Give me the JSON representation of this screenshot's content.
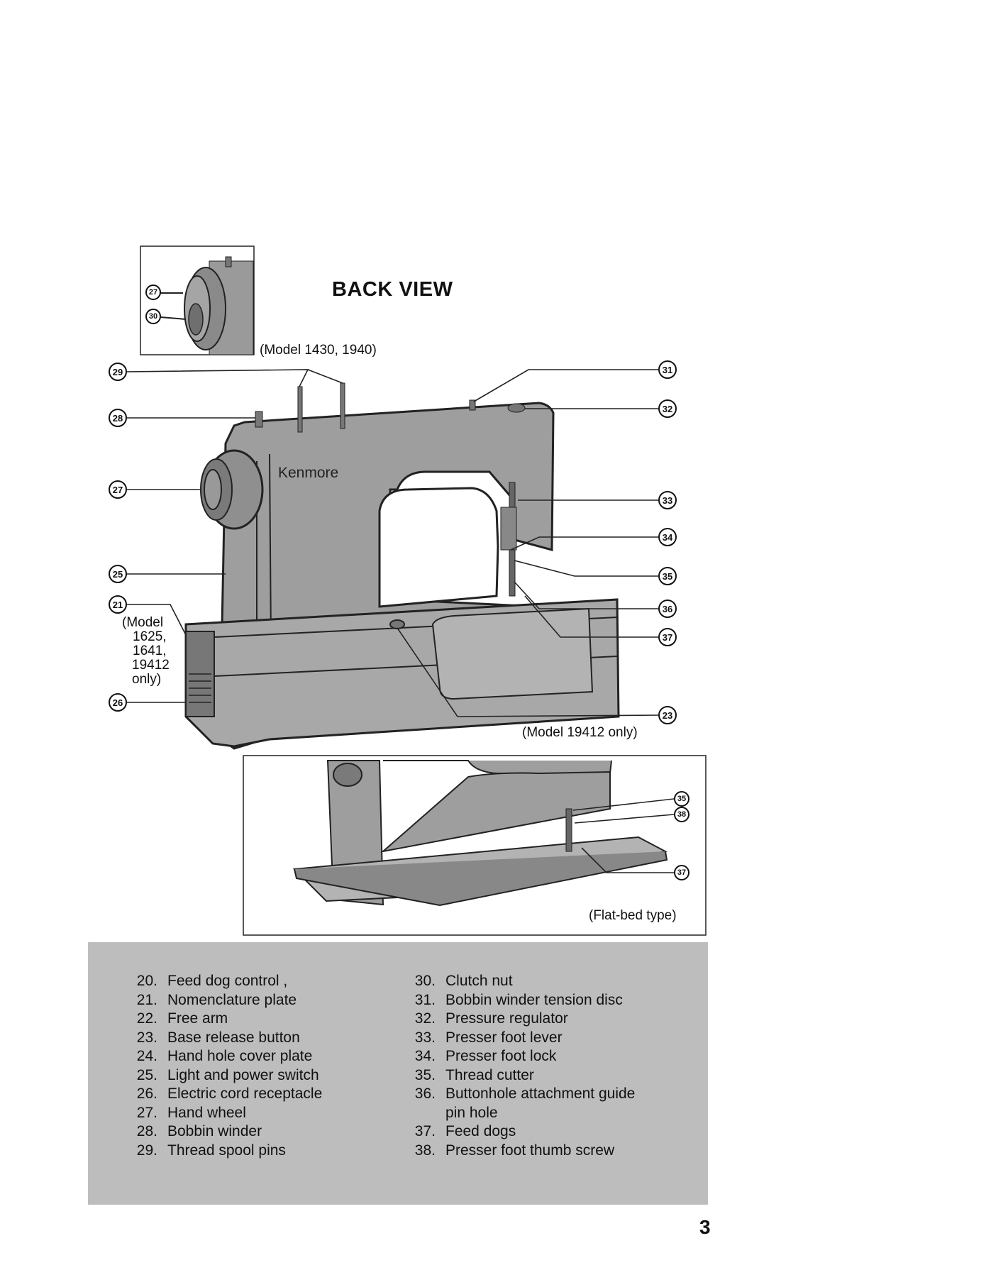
{
  "header": {
    "title": "BACK VIEW",
    "inset_caption": "(Model 1430, 1940)"
  },
  "machine": {
    "brand_label": "Kenmore",
    "note_21": [
      "(Model",
      "1625,",
      "1641,",
      "19412",
      "only)"
    ],
    "note_23": "(Model 19412 only)",
    "flatbed_caption": "(Flat-bed type)"
  },
  "callouts": {
    "c27_inset": "27",
    "c30_inset": "30",
    "c29": "29",
    "c28": "28",
    "c27": "27",
    "c25": "25",
    "c21": "21",
    "c26": "26",
    "c31": "31",
    "c32": "32",
    "c33": "33",
    "c34": "34",
    "c35": "35",
    "c36": "36",
    "c37": "37",
    "c23": "23",
    "c35b": "35",
    "c38": "38",
    "c37b": "37"
  },
  "legend": {
    "left": [
      {
        "num": "20.",
        "text": "Feed dog control ,"
      },
      {
        "num": "21.",
        "text": "Nomenclature plate"
      },
      {
        "num": "22.",
        "text": "Free arm"
      },
      {
        "num": "23.",
        "text": "Base release button"
      },
      {
        "num": "24.",
        "text": "Hand hole cover plate"
      },
      {
        "num": "25.",
        "text": "Light and power switch"
      },
      {
        "num": "26.",
        "text": "Electric cord receptacle"
      },
      {
        "num": "27.",
        "text": "Hand wheel"
      },
      {
        "num": "28.",
        "text": "Bobbin winder"
      },
      {
        "num": "29.",
        "text": "Thread spool pins"
      }
    ],
    "right": [
      {
        "num": "30.",
        "text": "Clutch nut"
      },
      {
        "num": "31.",
        "text": "Bobbin winder tension disc"
      },
      {
        "num": "32.",
        "text": "Pressure regulator"
      },
      {
        "num": "33.",
        "text": "Presser foot lever"
      },
      {
        "num": "34.",
        "text": "Presser foot lock"
      },
      {
        "num": "35.",
        "text": "Thread cutter"
      },
      {
        "num": "36.",
        "text": "Buttonhole attachment guide"
      },
      {
        "num": "",
        "text": "pin hole"
      },
      {
        "num": "37.",
        "text": "Feed dogs"
      },
      {
        "num": "38.",
        "text": "Presser foot thumb screw"
      }
    ]
  },
  "footer": {
    "page_number": "3"
  }
}
